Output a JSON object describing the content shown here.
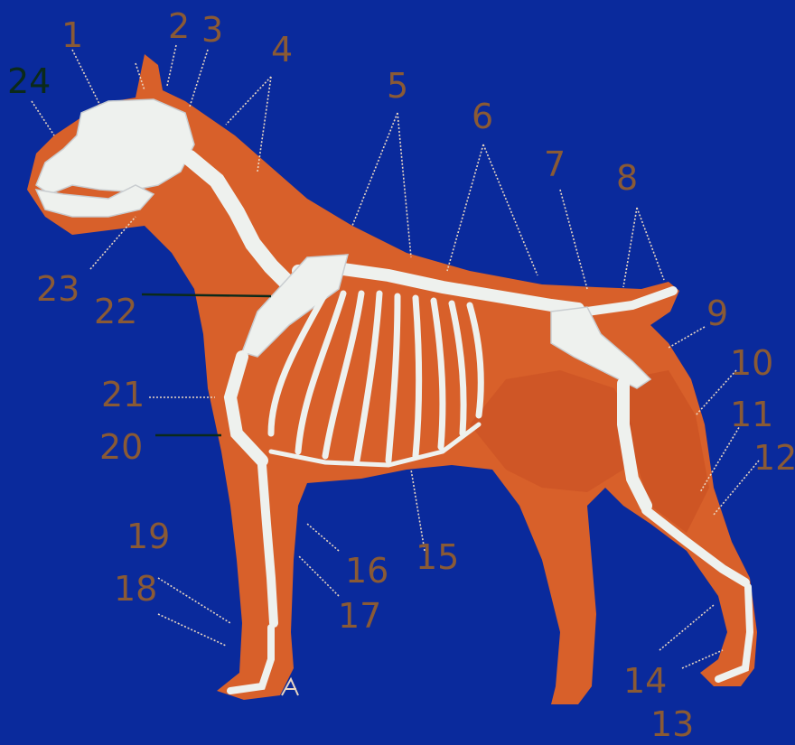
{
  "diagram": {
    "labels": [
      "1",
      "2",
      "3",
      "4",
      "5",
      "6",
      "7",
      "8",
      "9",
      "10",
      "11",
      "12",
      "13",
      "14",
      "15",
      "16",
      "17",
      "18",
      "19",
      "20",
      "21",
      "22",
      "23",
      "24"
    ]
  },
  "colors": {
    "background": "#0a2a9c",
    "dog_body": "#d8602a",
    "skeleton": "#eef1ee",
    "label_text": "#8a5a35",
    "leader_lines": "#e9d6c2"
  }
}
